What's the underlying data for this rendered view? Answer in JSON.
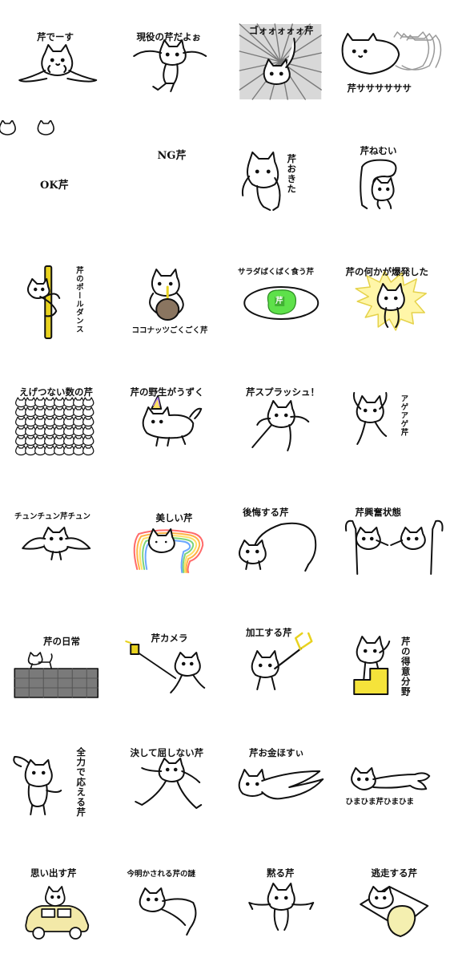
{
  "colors": {
    "line": "#111111",
    "fill": "#ffffff",
    "pole": "#e8d21f",
    "coconut": "#8a7560",
    "salad": "#5ee14a",
    "explosion": "#fff6a8",
    "rainbow": [
      "#ff6a6a",
      "#ffb347",
      "#ffe066",
      "#7bd47b",
      "#6aa8ff",
      "#b07bff"
    ],
    "wall": "#7a7a7a",
    "stair": "#f5e33a",
    "car": "#f3e9a8",
    "pillow": "#f4efb0"
  },
  "stickers": [
    {
      "label": "芹でーす",
      "icon": "cat-spread-legs-icon"
    },
    {
      "label": "現役の芹だよぉ",
      "icon": "cat-dancing-icon"
    },
    {
      "label": "ゴォォォォォ芹",
      "icon": "cat-fusion-background-icon"
    },
    {
      "label": "芹ササササササ",
      "icon": "cat-afterimage-icon"
    },
    {
      "label": "OK芹",
      "icon": "cat-group-ok-icon"
    },
    {
      "label": "NG芹",
      "icon": "cat-group-ng-icon"
    },
    {
      "label": "芹おきた",
      "icon": "cat-standing-up-icon"
    },
    {
      "label": "芹ねむい",
      "icon": "cat-sleepy-icon"
    },
    {
      "label": "芹のポールダンス",
      "icon": "cat-pole-dance-icon"
    },
    {
      "label": "ココナッツごくごく芹",
      "icon": "cat-coconut-icon"
    },
    {
      "label": "サラダばくばく食う芹",
      "icon": "cat-salad-icon",
      "badge": "芹"
    },
    {
      "label": "芹の何かが爆発した",
      "icon": "cat-explosion-icon"
    },
    {
      "label": "えげつない数の芹",
      "icon": "cat-crowd-icon"
    },
    {
      "label": "芹の野生がうずく",
      "icon": "cat-unicorn-icon"
    },
    {
      "label": "芹スプラッシュ！",
      "icon": "cat-splash-icon"
    },
    {
      "label": "アゲアゲ芹",
      "icon": "cat-hype-icon"
    },
    {
      "label": "チュンチュン芹チュン",
      "icon": "cat-bird-icon"
    },
    {
      "label": "美しい芹",
      "icon": "cat-rainbow-icon"
    },
    {
      "label": "後悔する芹",
      "icon": "cat-regret-icon"
    },
    {
      "label": "芹興奮状態",
      "icon": "cat-excited-pair-icon"
    },
    {
      "label": "芹の日常",
      "icon": "cat-on-wall-icon"
    },
    {
      "label": "芹カメラ",
      "icon": "cat-selfie-icon"
    },
    {
      "label": "加工する芹",
      "icon": "cat-grabber-icon"
    },
    {
      "label": "芹の得意分野",
      "icon": "cat-stairs-icon"
    },
    {
      "label": "全力で応える芹",
      "icon": "cat-full-power-icon"
    },
    {
      "label": "決して屈しない芹",
      "icon": "cat-never-give-up-icon"
    },
    {
      "label": "芹お金ほすぃ",
      "icon": "cat-want-money-icon"
    },
    {
      "label": "ひまひま芹ひまひま",
      "icon": "cat-bored-icon"
    },
    {
      "label": "思い出す芹",
      "icon": "cat-car-icon"
    },
    {
      "label": "今明かされる芹の謎",
      "icon": "cat-mystery-icon"
    },
    {
      "label": "黙る芹",
      "icon": "cat-silent-icon"
    },
    {
      "label": "逃走する芹",
      "icon": "cat-escape-icon"
    }
  ]
}
